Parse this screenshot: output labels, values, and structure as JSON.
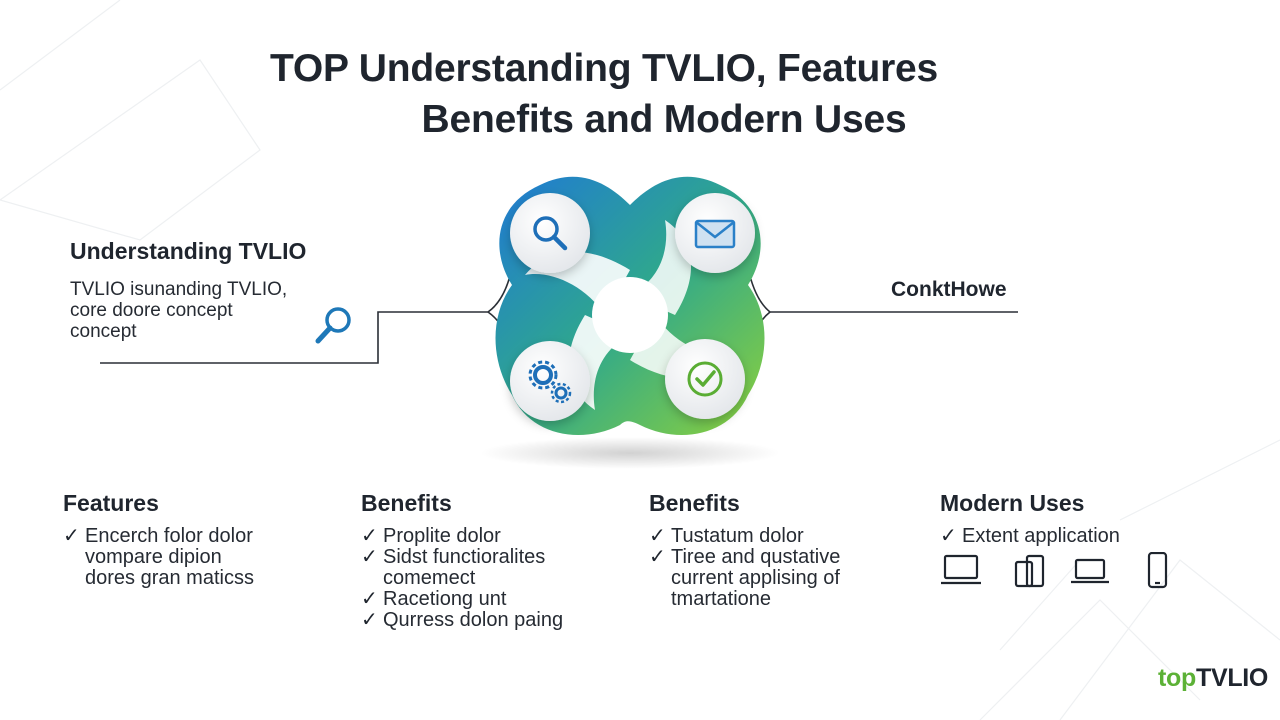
{
  "title": {
    "line1": "TOP Understanding TVLIO, Features",
    "line2": "Benefits and Modern Uses"
  },
  "left_block": {
    "heading": "Understanding TVLIO",
    "lines": [
      "TVLIO isunanding TVLIO,",
      "core doore concept",
      "concept"
    ]
  },
  "right_label": "ConktHowe",
  "hub": {
    "gradient_start": "#1f79d6",
    "gradient_end": "#8ed23a",
    "nodes": [
      {
        "icon": "search-icon",
        "color": "#1e6fb8"
      },
      {
        "icon": "envelope-icon",
        "color": "#2a80c8"
      },
      {
        "icon": "gears-icon",
        "color": "#1e6fb8"
      },
      {
        "icon": "check-circle-icon",
        "color": "#5aad34"
      }
    ]
  },
  "columns": [
    {
      "heading": "Features",
      "items": [
        {
          "text": "Encerch folor dolor",
          "cont": [
            "vompare dipion",
            "dores gran maticss"
          ]
        }
      ]
    },
    {
      "heading": "Benefits",
      "items": [
        {
          "text": "Proplite dolor",
          "cont": []
        },
        {
          "text": "Sidst functioralites",
          "cont": [
            "comemect"
          ]
        },
        {
          "text": "Racetiong unt",
          "cont": []
        },
        {
          "text": "Qurress dolon paing",
          "cont": []
        }
      ]
    },
    {
      "heading": "Benefits",
      "items": [
        {
          "text": "Tustatum dolor",
          "cont": []
        },
        {
          "text": "Tiree and qustative",
          "cont": [
            "current applising of",
            "tmartatione"
          ]
        }
      ]
    },
    {
      "heading": "Modern Uses",
      "items": [
        {
          "text": "Extent application",
          "cont": []
        }
      ]
    }
  ],
  "devices": [
    "laptop-icon",
    "tablets-icon",
    "laptop-small-icon",
    "phone-icon"
  ],
  "logo": {
    "part1": "top",
    "part2": "TVLIO"
  }
}
